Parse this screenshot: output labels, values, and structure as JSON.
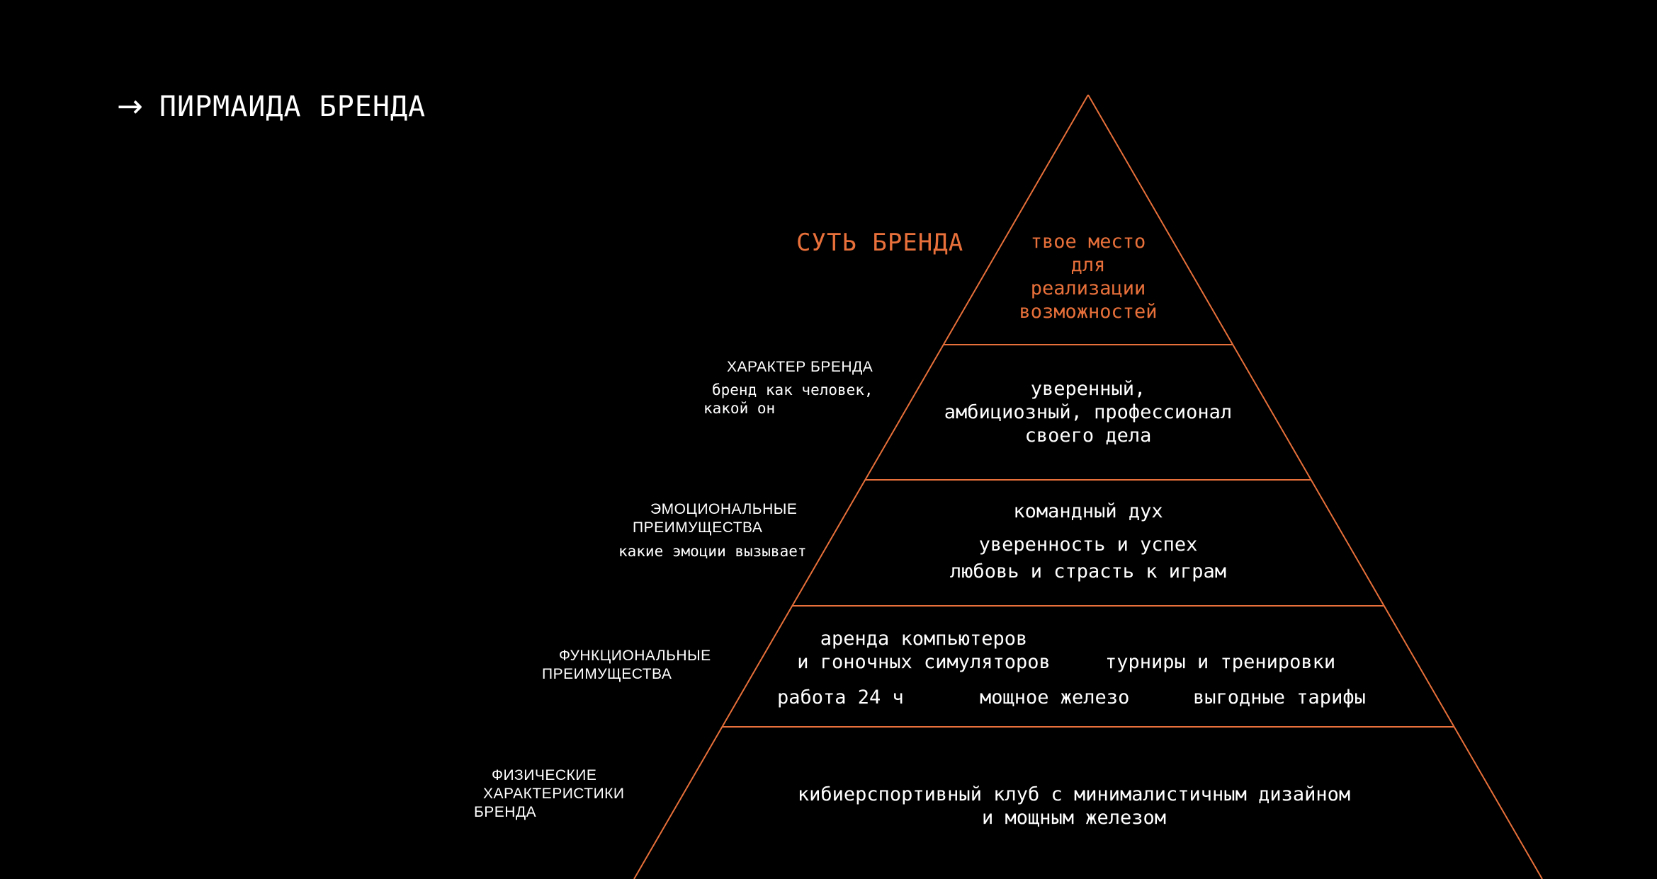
{
  "page": {
    "title": "ПИРМАИДА БРЕНДА",
    "arrow_icon": "→"
  },
  "colors": {
    "background": "#000000",
    "text": "#ffffff",
    "accent": "#e8703a"
  },
  "levels": {
    "essence": {
      "label": "СУТЬ БРЕНДА",
      "text": [
        "твое место",
        "для",
        "реализации",
        "возможностей"
      ]
    },
    "character": {
      "label": "ХАРАКТЕР БРЕНДА",
      "sub": [
        "бренд как человек,",
        "какой он"
      ],
      "text": [
        "уверенный,",
        "амбициозный, профессионал",
        "своего дела"
      ]
    },
    "emotional": {
      "label": [
        "ЭМОЦИОНАЛЬНЫЕ",
        "ПРЕИМУЩЕСТВА"
      ],
      "sub": "какие эмоции вызывает",
      "items": [
        "командный дух",
        "уверенность и успех",
        "любовь и страсть к играм"
      ]
    },
    "functional": {
      "label": [
        "ФУНКЦИОНАЛЬНЫЕ",
        "ПРЕИМУЩЕСТВА"
      ],
      "items": {
        "rental": [
          "аренда компьютеров",
          "и гоночных симуляторов"
        ],
        "tournaments": "турниры и тренировки",
        "hours": "работа 24 ч",
        "hardware": "мощное железо",
        "tariffs": "выгодные тарифы"
      }
    },
    "physical": {
      "label": [
        "ФИЗИЧЕСКИЕ",
        "ХАРАКТЕРИСТИКИ",
        "БРЕНДА"
      ],
      "text": [
        "кибиерспортивный клуб с минималистичным дизайном",
        "и мощным железом"
      ]
    }
  }
}
